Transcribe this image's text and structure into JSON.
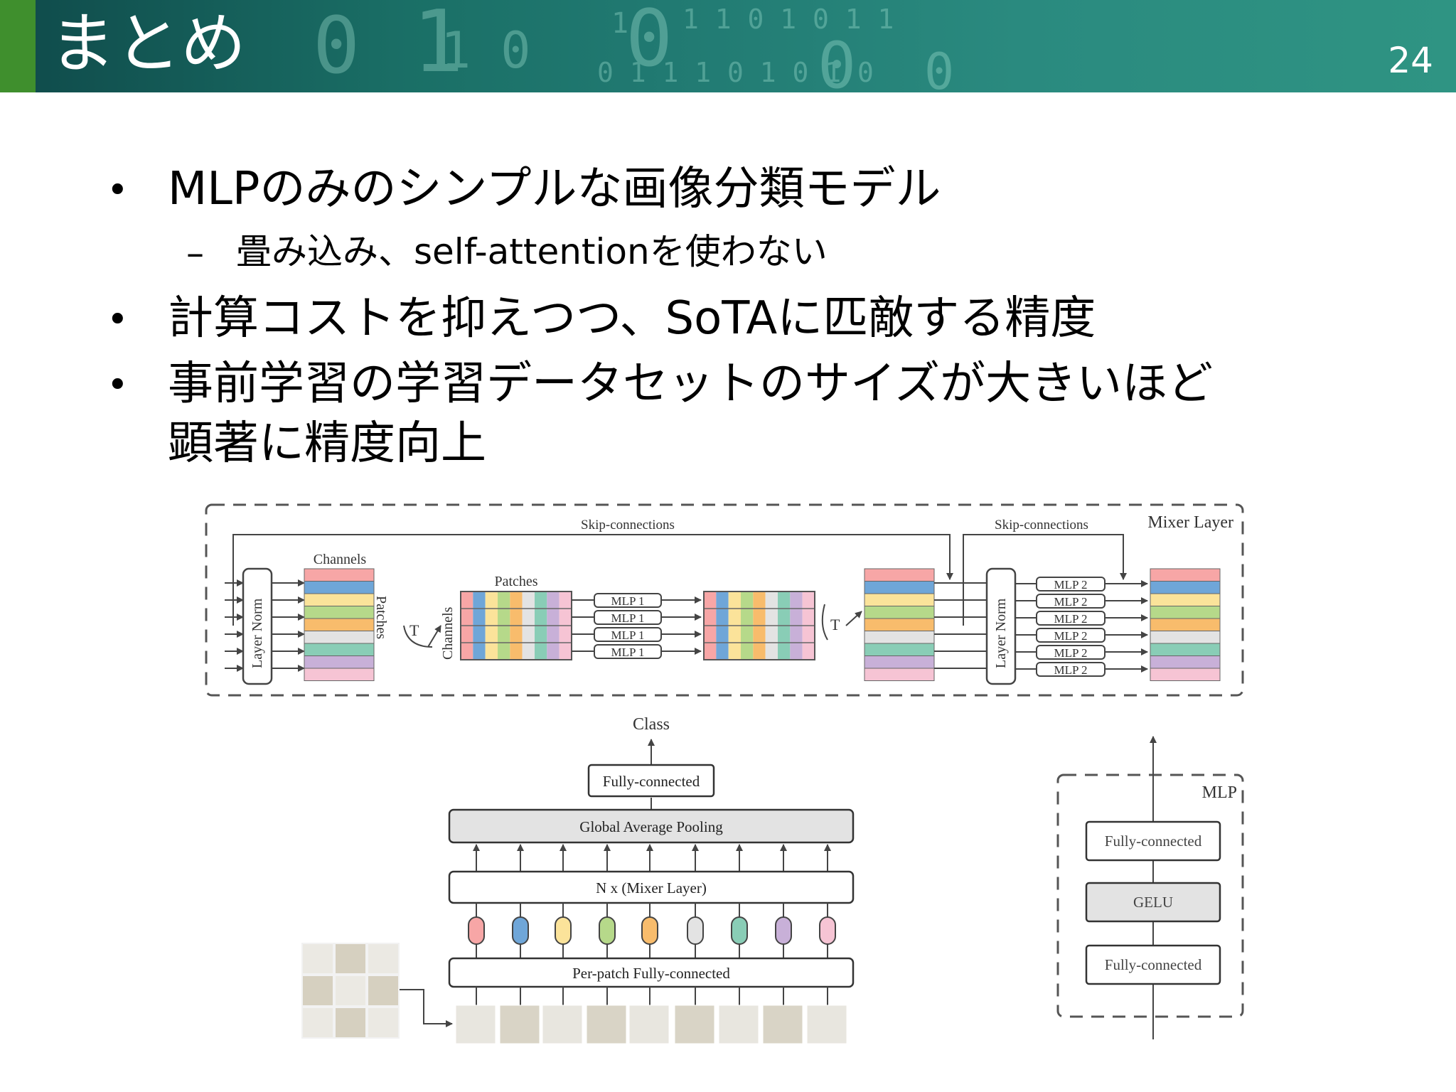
{
  "slide": {
    "title": "まとめ",
    "page_number": "24"
  },
  "bullets": [
    {
      "text": "MLPのみのシンプルな画像分類モデル",
      "sub": [
        "畳み込み、self-attentionを使わない"
      ]
    },
    {
      "text": "計算コストを抑えつつ、SoTAに匹敵する精度"
    },
    {
      "text_line1": "事前学習の学習データセットのサイズが大きいほど",
      "text_line2": "顕著に精度向上"
    }
  ],
  "diagram": {
    "mixer_layer": {
      "title": "Mixer Layer",
      "skip1": "Skip-connections",
      "skip2": "Skip-connections",
      "layer_norm": "Layer Norm",
      "channels": "Channels",
      "patches": "Patches",
      "t": "T",
      "mlp1": "MLP 1",
      "mlp2": "MLP 2"
    },
    "model": {
      "class_label": "Class",
      "fc": "Fully-connected",
      "gap": "Global Average Pooling",
      "mixer": "N x (Mixer Layer)",
      "per_patch": "Per-patch Fully-connected"
    },
    "mlp_block": {
      "title": "MLP",
      "fc_top": "Fully-connected",
      "gelu": "GELU",
      "fc_bottom": "Fully-connected"
    },
    "colors": [
      "#f7a6a6",
      "#6fa6d8",
      "#fbe39a",
      "#b6d98a",
      "#f8bc6c",
      "#e3e3e3",
      "#89cdb6",
      "#c8b0d8",
      "#f6c4d4"
    ]
  }
}
